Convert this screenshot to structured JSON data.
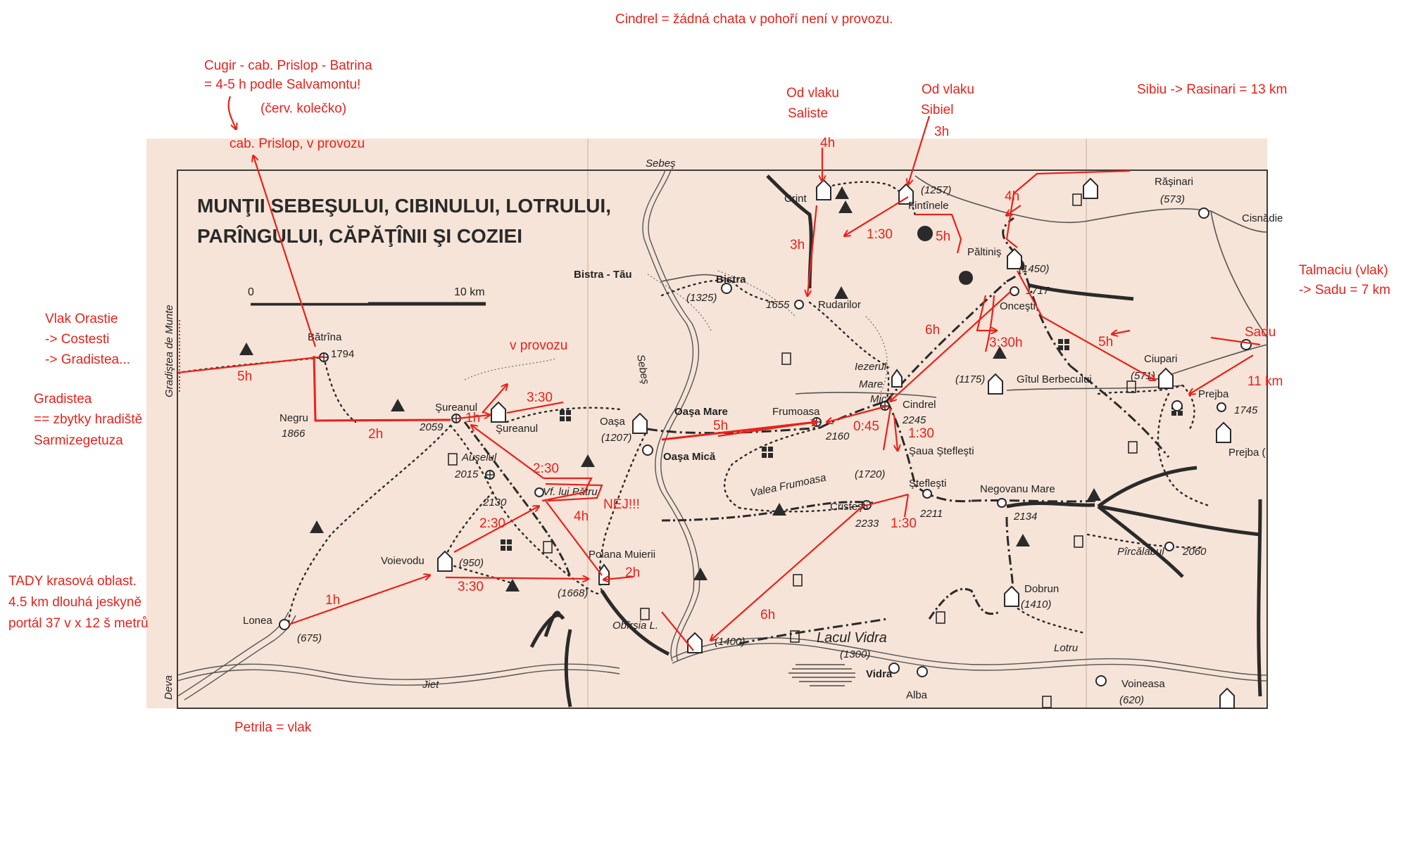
{
  "title_lines": [
    "MUNŢII SEBEŞULUI, CIBINULUI, LOTRULUI,",
    "PARÎNGULUI, CĂPĂŢÎNII ŞI COZIEI"
  ],
  "scale": {
    "zero": "0",
    "ten": "10 km"
  },
  "colors": {
    "paper": "#f6e4d8",
    "route": "#e8221b",
    "ink": "#2a2a2a"
  },
  "places": {
    "batrina": "Bătrîna",
    "batrina_alt": "1794",
    "negru": "Negru",
    "negru_alt": "1866",
    "sureanul_peak": "Şureanul",
    "sureanul_peak_alt": "2059",
    "sureanul_hut": "Şureanul",
    "auselul": "Auşelul",
    "auselul_alt": "2015",
    "vf_patru": "Vf. lui Pătru",
    "patru_alt": "2130",
    "voievodu": "Voievodu",
    "voievodu_alt": "(950)",
    "poiana": "Poiana Muierii",
    "poiana_alt": "(1668)",
    "lonea": "Lonea",
    "lonea_alt": "(675)",
    "obirsia": "Obîrşia L.",
    "obirsia_alt": "(1400)",
    "oasa": "Oaşa",
    "oasa_alt": "(1207)",
    "oasa_mare": "Oaşa Mare",
    "oasa_mica": "Oaşa Mică",
    "bistra_tau": "Bistra - Tău",
    "bistra": "Bistra",
    "bistra_alt": "(1325)",
    "rudarilor": "Rudarilor",
    "rudarilor_alt": "1655",
    "crint": "Crint",
    "fintinele": "Fintînele",
    "fintinele_alt": "(1257)",
    "paltinis": "Păltiniş",
    "paltinis_alt": "(1450)",
    "rasinari": "Răşinari",
    "rasinari_alt": "(573)",
    "cisnadie": "Cisnădie",
    "onceti": "Onceşti",
    "onceti_alt": "1717",
    "iezerul1": "Iezerul-",
    "iezerul2": "Mare",
    "iezerul3": "Mic",
    "cindrel": "Cindrel",
    "cindrel_alt": "2245",
    "frumoasa": "Frumoasa",
    "frumoasa_alt": "2160",
    "saua": "Şaua Ştefleşti",
    "saua_alt": "(1720)",
    "steflesti": "Ştefleşti",
    "steflesti_alt": "2211",
    "cristesti": "Cristeşti",
    "cristesti_alt": "2233",
    "negovanu": "Negovanu Mare",
    "negovanu_alt": "2134",
    "gitul": "Gîtul Berbecului",
    "gitul_alt": "(1175)",
    "ciupari": "Ciupari",
    "ciupari_alt": "(571)",
    "prejba": "Prejba",
    "prejba_alt": "1745",
    "prejba2": "Prejba (",
    "pircalabul": "Pîrcălabul",
    "pircalabul_alt": "2060",
    "dobrun": "Dobrun",
    "dobrun_alt": "(1410)",
    "lacul_vidra": "Lacul Vidra",
    "lacul_vidra_alt": "(1300)",
    "vidra": "Vidra",
    "alba": "Alba",
    "voineasa": "Voineasa",
    "voineasa_alt": "(620)",
    "river_sebes": "Sebeş",
    "river_sebes_v": "Sebeş",
    "river_lotru": "Lotru",
    "river_jiet": "Jiet",
    "river_deva": "Deva",
    "valea": "Valea Frumoasa",
    "gradistea": "Gradiştea de Munte"
  },
  "annotations": {
    "top": "Cindrel = žádná chata v pohoří není v provozu.",
    "cugir1": "Cugir - cab. Prislop - Batrina",
    "cugir2": "= 4-5 h podle Salvamontu!",
    "cugir3": "(červ. kolečko)",
    "prislop": "cab. Prislop, v provozu",
    "saliste1": "Od vlaku",
    "saliste2": "Saliste",
    "sibiel1": "Od vlaku",
    "sibiel2": "Sibiel",
    "sibiu": "Sibiu -> Rasinari = 13 km",
    "talmaciu1": "Talmaciu (vlak)",
    "talmaciu2": "-> Sadu = 7 km",
    "sadu": "Sadu",
    "orastie1": "Vlak Orastie",
    "orastie2": "-> Costesti",
    "orastie3": "-> Gradistea...",
    "grad1": "Gradistea",
    "grad2": "== zbytky hradiště",
    "grad3": "Sarmizegetuza",
    "tady1": "TADY krasová oblast.",
    "tady2": "4.5 km dlouhá jeskyně",
    "tady3": "portál 37 v x 12 š metrů",
    "petrila": "Petrila = vlak",
    "v_provozu": "v provozu",
    "nej": "NEJ!!!"
  },
  "times": {
    "t_4h_sal": "4h",
    "t_3h_sib": "3h",
    "t_4h_pal": "4h",
    "t_3h_crint": "3h",
    "t_130_fin": "1:30",
    "t_5h_fin": "5h",
    "t_5h_bat": "5h",
    "t_2h_negru": "2h",
    "t_1h_sur": "1h",
    "t_330_sur": "3:30",
    "t_230_aus": "2:30",
    "t_230_voi": "2:30",
    "t_4h_pat": "4h",
    "t_1h_lon": "1h",
    "t_330_poi": "3:30",
    "t_2h_poi": "2h",
    "t_5h_oasa": "5h",
    "t_045": "0:45",
    "t_130_cin": "1:30",
    "t_130_cri": "1:30",
    "t_6h_cin": "6h",
    "t_6h_obi": "6h",
    "t_330h_onc": "3:30h",
    "t_5h_ciu": "5h",
    "t_11km": "11 km"
  }
}
